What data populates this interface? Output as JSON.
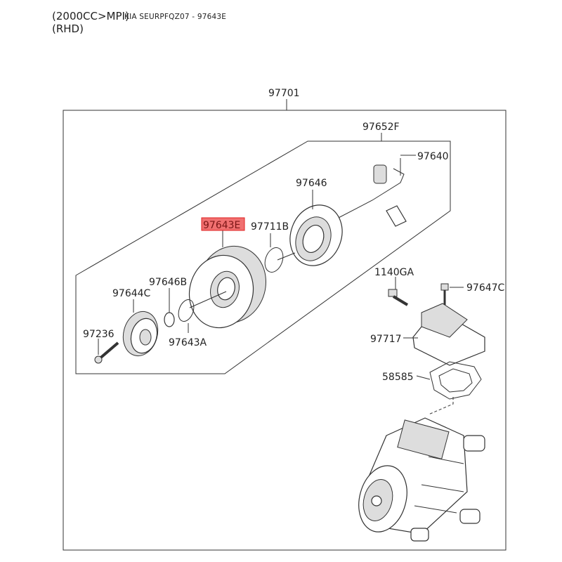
{
  "header": {
    "spec": "(2000CC>MPI)",
    "catalog_ref": "KIA SEURPFQZ07 - 97643E",
    "drive": "(RHD)"
  },
  "diagram": {
    "highlight_color": "#f07070",
    "labels": {
      "assembly": "97701",
      "clutch_assy": "97652F",
      "screw_97640": "97640",
      "coil": "97646",
      "pulley": "97643E",
      "snap_ring_b": "97711B",
      "bolt_1140ga": "1140GA",
      "bolt_97647c": "97647C",
      "shim": "97646B",
      "hub": "97644C",
      "bolt_97236": "97236",
      "snap_ring_a": "97643A",
      "bracket": "97717",
      "gasket": "58585"
    }
  }
}
